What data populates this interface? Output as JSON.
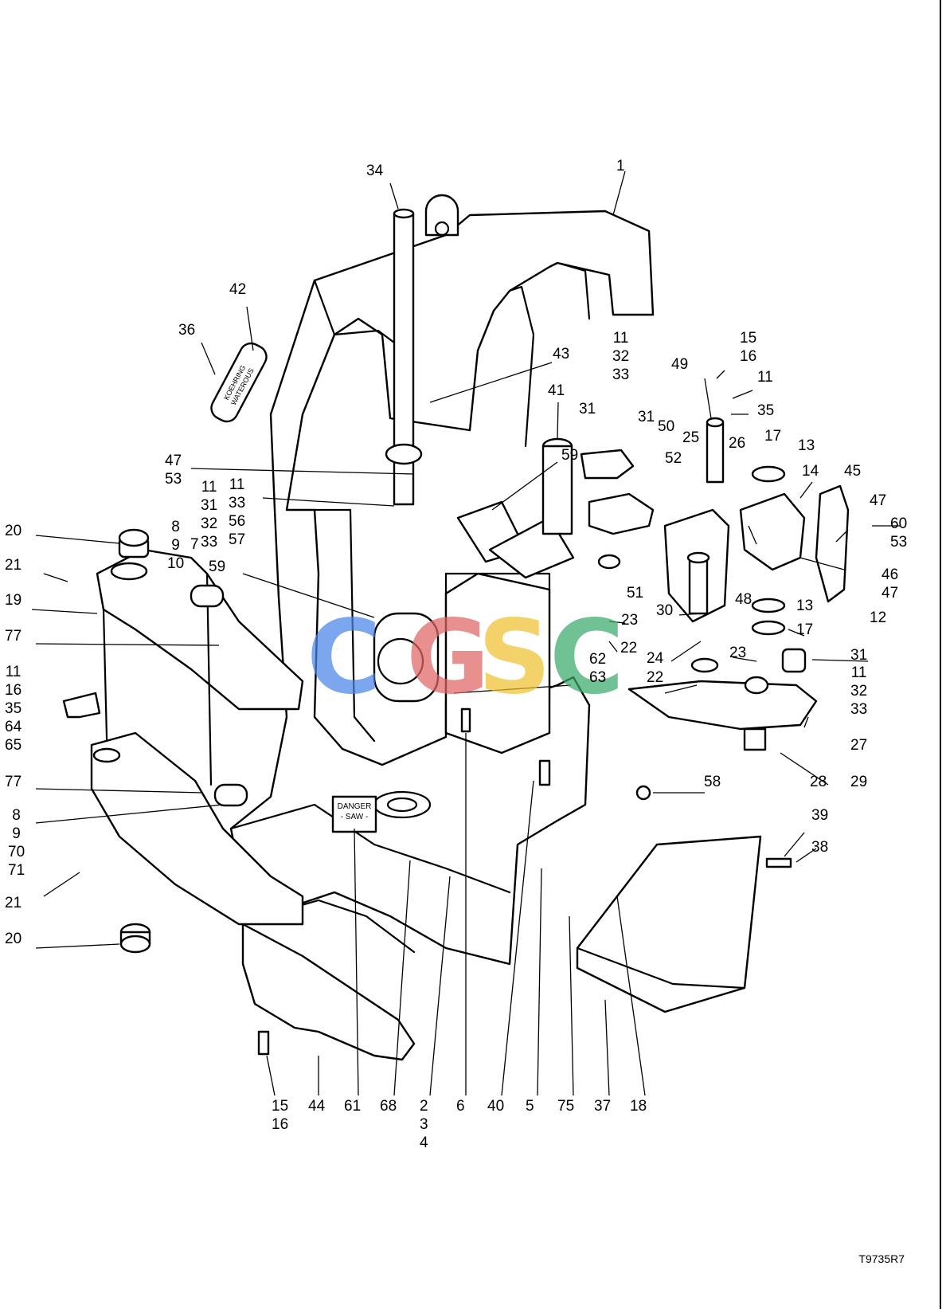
{
  "figure_id": "T9735R7",
  "watermark": {
    "letters": [
      "C",
      "G",
      "S",
      "C"
    ],
    "colors": [
      "#4a86e8",
      "#e06666",
      "#f1c232",
      "#3aaa6a"
    ]
  },
  "plate": {
    "warning_label": [
      "DANGER",
      "- SAW -"
    ],
    "brand_label": "KOEHRING WATEROUS"
  },
  "callouts": [
    {
      "id": "c1",
      "text": "1"
    },
    {
      "id": "c34",
      "text": "34"
    },
    {
      "id": "c42",
      "text": "42"
    },
    {
      "id": "c36",
      "text": "36"
    },
    {
      "id": "c43",
      "text": "43"
    },
    {
      "id": "c41",
      "text": "41"
    },
    {
      "id": "c11a",
      "text": "11\n32\n33"
    },
    {
      "id": "c49",
      "text": "49"
    },
    {
      "id": "c1516a",
      "text": "15\n16"
    },
    {
      "id": "c11b",
      "text": "11"
    },
    {
      "id": "c35a",
      "text": "35"
    },
    {
      "id": "c31a",
      "text": "31"
    },
    {
      "id": "c31b",
      "text": "31"
    },
    {
      "id": "c50",
      "text": "50"
    },
    {
      "id": "c25",
      "text": "25"
    },
    {
      "id": "c26",
      "text": "26"
    },
    {
      "id": "c17a",
      "text": "17"
    },
    {
      "id": "c13a",
      "text": "13"
    },
    {
      "id": "c14",
      "text": "14"
    },
    {
      "id": "c45",
      "text": "45"
    },
    {
      "id": "c47a",
      "text": "47"
    },
    {
      "id": "c6053",
      "text": "60\n53"
    },
    {
      "id": "c4647",
      "text": "46\n47"
    },
    {
      "id": "c12",
      "text": "12"
    },
    {
      "id": "c59a",
      "text": "59"
    },
    {
      "id": "c52",
      "text": "52"
    },
    {
      "id": "c4753",
      "text": "47\n53"
    },
    {
      "id": "c1131",
      "text": "11\n31\n32\n33"
    },
    {
      "id": "c113356",
      "text": "11\n33\n56\n57"
    },
    {
      "id": "c20a",
      "text": "20"
    },
    {
      "id": "c8910",
      "text": "8\n9\n10"
    },
    {
      "id": "c7",
      "text": "7"
    },
    {
      "id": "c59b",
      "text": "59"
    },
    {
      "id": "c21a",
      "text": "21"
    },
    {
      "id": "c19",
      "text": "19"
    },
    {
      "id": "c77a",
      "text": "77"
    },
    {
      "id": "c11163564",
      "text": "11\n16\n35\n64\n65"
    },
    {
      "id": "c51",
      "text": "51"
    },
    {
      "id": "c48",
      "text": "48"
    },
    {
      "id": "c13b",
      "text": "13"
    },
    {
      "id": "c17b",
      "text": "17"
    },
    {
      "id": "c30",
      "text": "30"
    },
    {
      "id": "c23a",
      "text": "23"
    },
    {
      "id": "c22a",
      "text": "22"
    },
    {
      "id": "c6263",
      "text": "62\n63"
    },
    {
      "id": "c24",
      "text": "24"
    },
    {
      "id": "c23b",
      "text": "23"
    },
    {
      "id": "c22b",
      "text": "22"
    },
    {
      "id": "c31c",
      "text": "31"
    },
    {
      "id": "c113233",
      "text": "11\n32\n33"
    },
    {
      "id": "c27",
      "text": "27"
    },
    {
      "id": "c28",
      "text": "28"
    },
    {
      "id": "c29",
      "text": "29"
    },
    {
      "id": "c58",
      "text": "58"
    },
    {
      "id": "c77b",
      "text": "77"
    },
    {
      "id": "c8970",
      "text": "8\n9\n70\n71"
    },
    {
      "id": "c39",
      "text": "39"
    },
    {
      "id": "c38",
      "text": "38"
    },
    {
      "id": "c21b",
      "text": "21"
    },
    {
      "id": "c20b",
      "text": "20"
    },
    {
      "id": "c1516b",
      "text": "15\n16"
    },
    {
      "id": "c44",
      "text": "44"
    },
    {
      "id": "c61",
      "text": "61"
    },
    {
      "id": "c68",
      "text": "68"
    },
    {
      "id": "c234",
      "text": "2\n3\n4"
    },
    {
      "id": "c6",
      "text": "6"
    },
    {
      "id": "c40",
      "text": "40"
    },
    {
      "id": "c5",
      "text": "5"
    },
    {
      "id": "c75",
      "text": "75"
    },
    {
      "id": "c37",
      "text": "37"
    },
    {
      "id": "c18",
      "text": "18"
    }
  ]
}
